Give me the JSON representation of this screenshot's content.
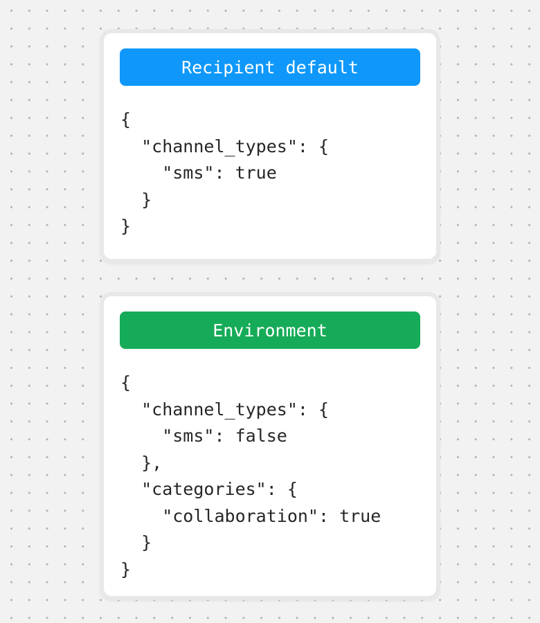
{
  "page": {
    "background_color": "#f2f2f2",
    "dot_color": "#b5b5b5"
  },
  "cards": [
    {
      "title": "Recipient default",
      "accent": "#0f98fa",
      "code": [
        "{",
        "  \"channel_types\": {",
        "    \"sms\": true",
        "  }",
        "}"
      ]
    },
    {
      "title": "Environment",
      "accent": "#16ab58",
      "code": [
        "{",
        "  \"channel_types\": {",
        "    \"sms\": false",
        "  },",
        "  \"categories\": {",
        "    \"collaboration\": true",
        "  }",
        "}"
      ]
    }
  ]
}
